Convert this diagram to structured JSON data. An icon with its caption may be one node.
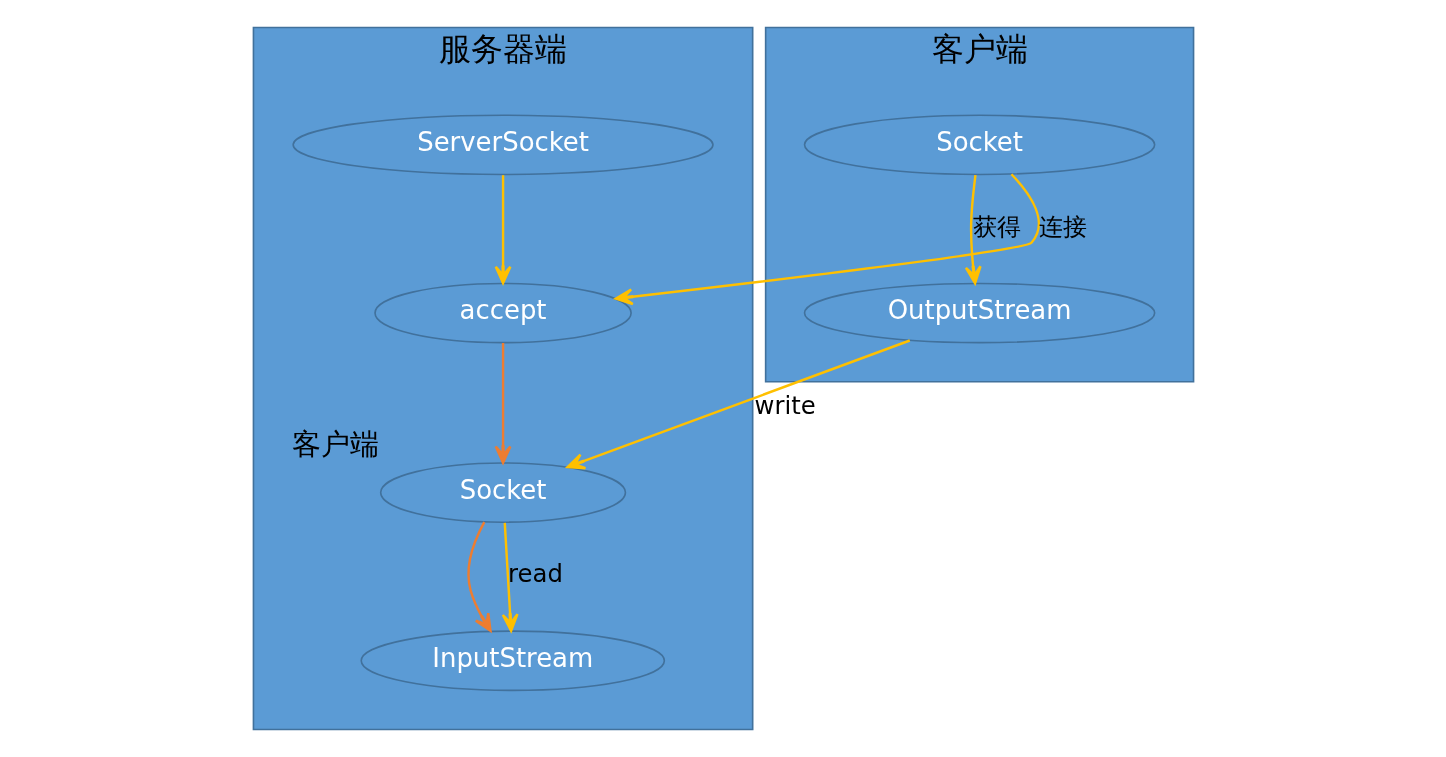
{
  "diagram": {
    "nodes": [
      {
        "text": [
          "服务器端"
        ]
      },
      {
        "text": [
          "ServerSocket"
        ],
        "in": 0
      },
      {
        "text": [
          "accept"
        ],
        "in": 0
      },
      {
        "text": [
          "Socket"
        ],
        "in": 0,
        "beside": [
          "客户端"
        ]
      },
      {
        "text": [
          "InputStream"
        ],
        "in": 0
      },
      {
        "text": [
          "客户端"
        ]
      },
      {
        "text": [
          "Socket"
        ],
        "in": 5
      },
      {
        "text": [
          "OutputStream"
        ],
        "in": 5
      }
    ],
    "edges": [
      {
        "from": 1,
        "to": 2,
        "arrow": "to"
      },
      {
        "from": 2,
        "to": 3,
        "arrow": "to",
        "color": "#ed7d31"
      },
      {
        "from": 3,
        "to": 4,
        "arrow": "to",
        "color": "#ed7d31"
      },
      {
        "from": 6,
        "to": 2,
        "arrow": "to",
        "label": "连接"
      },
      {
        "from": 6,
        "to": 7,
        "arrow": "to",
        "label": "获得"
      },
      {
        "from": 7,
        "to": 3,
        "arrow": "to",
        "label": "write"
      },
      {
        "from": 3,
        "to": 4,
        "arrow": "to",
        "label": "read"
      }
    ]
  }
}
